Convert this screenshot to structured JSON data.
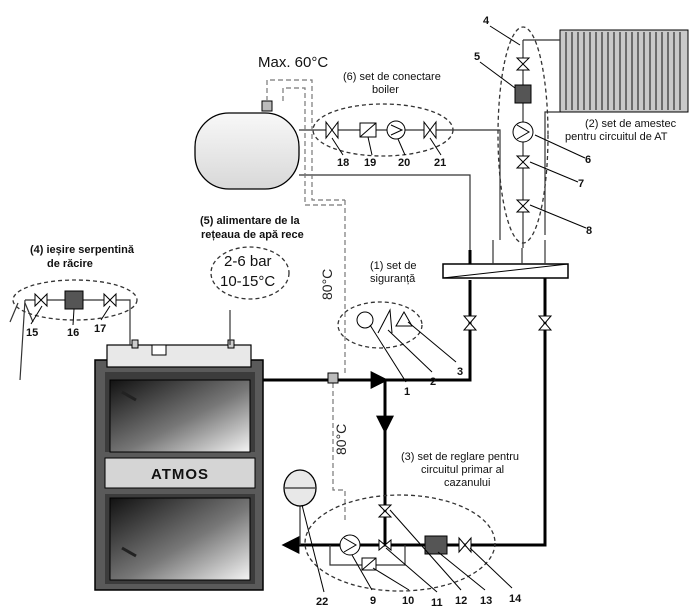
{
  "labels": {
    "max_temp": "Max. 60°C",
    "boiler_set_line1": "(6) set de conectare",
    "boiler_set_line2": "boiler",
    "mixing_set_line1": "(2) set de amestec",
    "mixing_set_line2": "pentru circuitul de AT",
    "cold_water_line1": "(5) alimentare de la",
    "cold_water_line2": "rețeaua de apă rece",
    "pressure_line1": "2-6 bar",
    "pressure_line2": "10-15°C",
    "safety_set_line1": "(1) set de",
    "safety_set_line2": "siguranță",
    "cooling_line1": "(4) ieșire serpentină",
    "cooling_line2": "de răcire",
    "primary_set_line1": "(3) set de reglare pentru",
    "primary_set_line2": "circuitul primar al",
    "primary_set_line3": "cazanului",
    "temp_upper": "80°C",
    "temp_lower": "80°C",
    "boiler_brand": "ATMOS"
  },
  "part_numbers": {
    "n1": "1",
    "n2": "2",
    "n3": "3",
    "n4": "4",
    "n5": "5",
    "n6": "6",
    "n7": "7",
    "n8": "8",
    "n9": "9",
    "n10": "10",
    "n11": "11",
    "n12": "12",
    "n13": "13",
    "n14": "14",
    "n15": "15",
    "n16": "16",
    "n17": "17",
    "n18": "18",
    "n19": "19",
    "n20": "20",
    "n21": "21",
    "n22": "22"
  },
  "colors": {
    "pipe": "#000000",
    "boiler_body": "#5a5a5a",
    "radiator": "#9a9a9a",
    "dash": "#777777"
  }
}
